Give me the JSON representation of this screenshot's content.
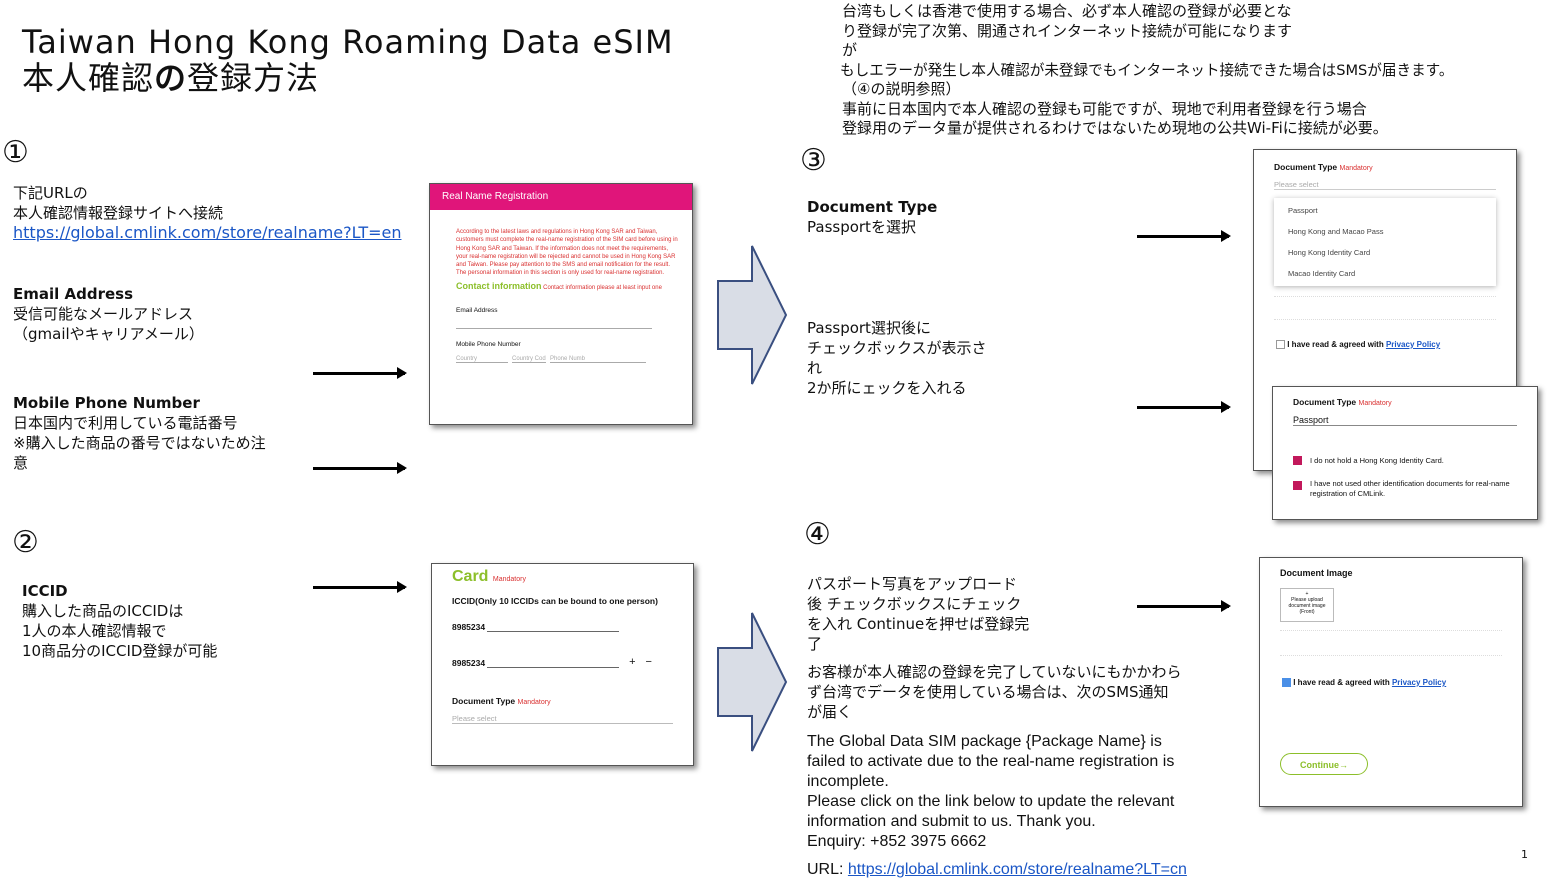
{
  "title": {
    "line1": "Taiwan Hong Kong Roaming Data eSIM",
    "line2_a": "本人確認",
    "line2_b": "の",
    "line2_c": "登録方法"
  },
  "notes": [
    "台湾もしくは香港で使用する場合、必ず本人確認の登録が必要とな",
    "り登録が完了次第、開通されインターネット接続が可能になります",
    "が",
    "もしエラーが発生し本人確認が未登録でもインターネット接続できた場合はSMSが届きます。",
    "（④の説明参照）",
    "事前に日本国内で本人確認の登録も可能ですが、現地で利用者登録を行う場合",
    "登録用のデータ量が提供されるわけではないため現地の公共Wi-Fiに接続が必要。"
  ],
  "step1": {
    "number": "①",
    "intro_1": "下記URLの",
    "intro_2": "本人確認情報登録サイトへ接続",
    "url": "https://global.cmlink.com/store/realname?LT=en",
    "email_title": "Email Address",
    "email_1": "受信可能なメールアドレス",
    "email_2": "（gmailやキャリアメール）",
    "phone_title": "Mobile Phone Number",
    "phone_1": "日本国内で利用している電話番号",
    "phone_2": "※購入した商品の番号ではないため注",
    "phone_3": "意"
  },
  "step2": {
    "number": "②",
    "iccid_title": "ICCID",
    "iccid_1": "購入した商品のICCIDは",
    "iccid_2": "1人の本人確認情報で",
    "iccid_3": "10商品分のICCID登録が可能"
  },
  "step3": {
    "number": "③",
    "doc_title": "Document Type",
    "doc_1": "Passportを選択",
    "pass_1": "Passport選択後に",
    "pass_2": "チェックボックスが表示さ",
    "pass_3": "れ",
    "pass_4": "2か所にェックを入れる"
  },
  "step4": {
    "number": "④",
    "upload_1": "パスポート写真をアップロード",
    "upload_2": "後 チェックボックスにチェック",
    "upload_3": "を入れ Continueを押せば登録完",
    "upload_4": "了",
    "sms_1": "お客様が本人確認の登録を完了していないにもかかわら",
    "sms_2": "ず台湾でデータを使用している場合は、次のSMS通知",
    "sms_3": "が届く",
    "msg_1": "The Global Data SIM package {Package Name} is",
    "msg_2": "failed to activate due to the real-name registration is",
    "msg_3": "incomplete.",
    "msg_4": "Please click on the link below to update the relevant",
    "msg_5": "information and submit to us. Thank you.",
    "msg_6": "Enquiry: +852 3975 6662",
    "url_label": "URL: ",
    "url": "https://global.cmlink.com/store/realname?LT=cn"
  },
  "page_number": "1",
  "shot_realname": {
    "header": "Real Name Registration",
    "body": "According to the latest laws and regulations in Hong Kong SAR and Taiwan, customers must complete the real-name registration of the SIM card before using in Hong Kong SAR and Taiwan. If the information does not meet the requirements, your real-name registration will be rejected and cannot be used in Hong Kong SAR and Taiwan. Please pay attention to the SMS and email notification for the result. The personal information in this section is only used for real-name registration.",
    "contact_title": "Contact information",
    "contact_note": "Contact information please at least input one",
    "email_label": "Email Address",
    "phone_label": "Mobile Phone Number",
    "country_ph": "Country",
    "code_ph": "Country Cod",
    "phone_ph": "Phone Numb"
  },
  "shot_card": {
    "title": "Card",
    "mandatory": "Mandatory",
    "iccid_label": "ICCID(Only 10 ICCIDs can be bound to one person)",
    "iccid_1": "8985234",
    "iccid_2": "8985234",
    "plus": "+",
    "minus": "−",
    "doctype_label": "Document Type",
    "doctype_mandatory": "Mandatory",
    "select_ph": "Please select"
  },
  "shot_doctype": {
    "label": "Document Type",
    "mandatory": "Mandatory",
    "select_ph": "Please select",
    "options": [
      "Passport",
      "Hong Kong and Macao Pass",
      "Hong Kong Identity Card",
      "Macao Identity Card"
    ],
    "agree_text": "I have read & agreed with ",
    "privacy": "Privacy Policy"
  },
  "shot_passport": {
    "label": "Document Type",
    "mandatory": "Mandatory",
    "selected": "Passport",
    "check_1": "I do not hold a Hong Kong Identity Card.",
    "check_2": "I have not used other identification documents for real-name registration of CMLink."
  },
  "shot_upload": {
    "label": "Document Image",
    "upload_box": "Please upload document image (Front)",
    "upload_plus": "+",
    "agree_text": "I have read & agreed with ",
    "privacy": "Privacy Policy",
    "continue": "Continue→"
  }
}
